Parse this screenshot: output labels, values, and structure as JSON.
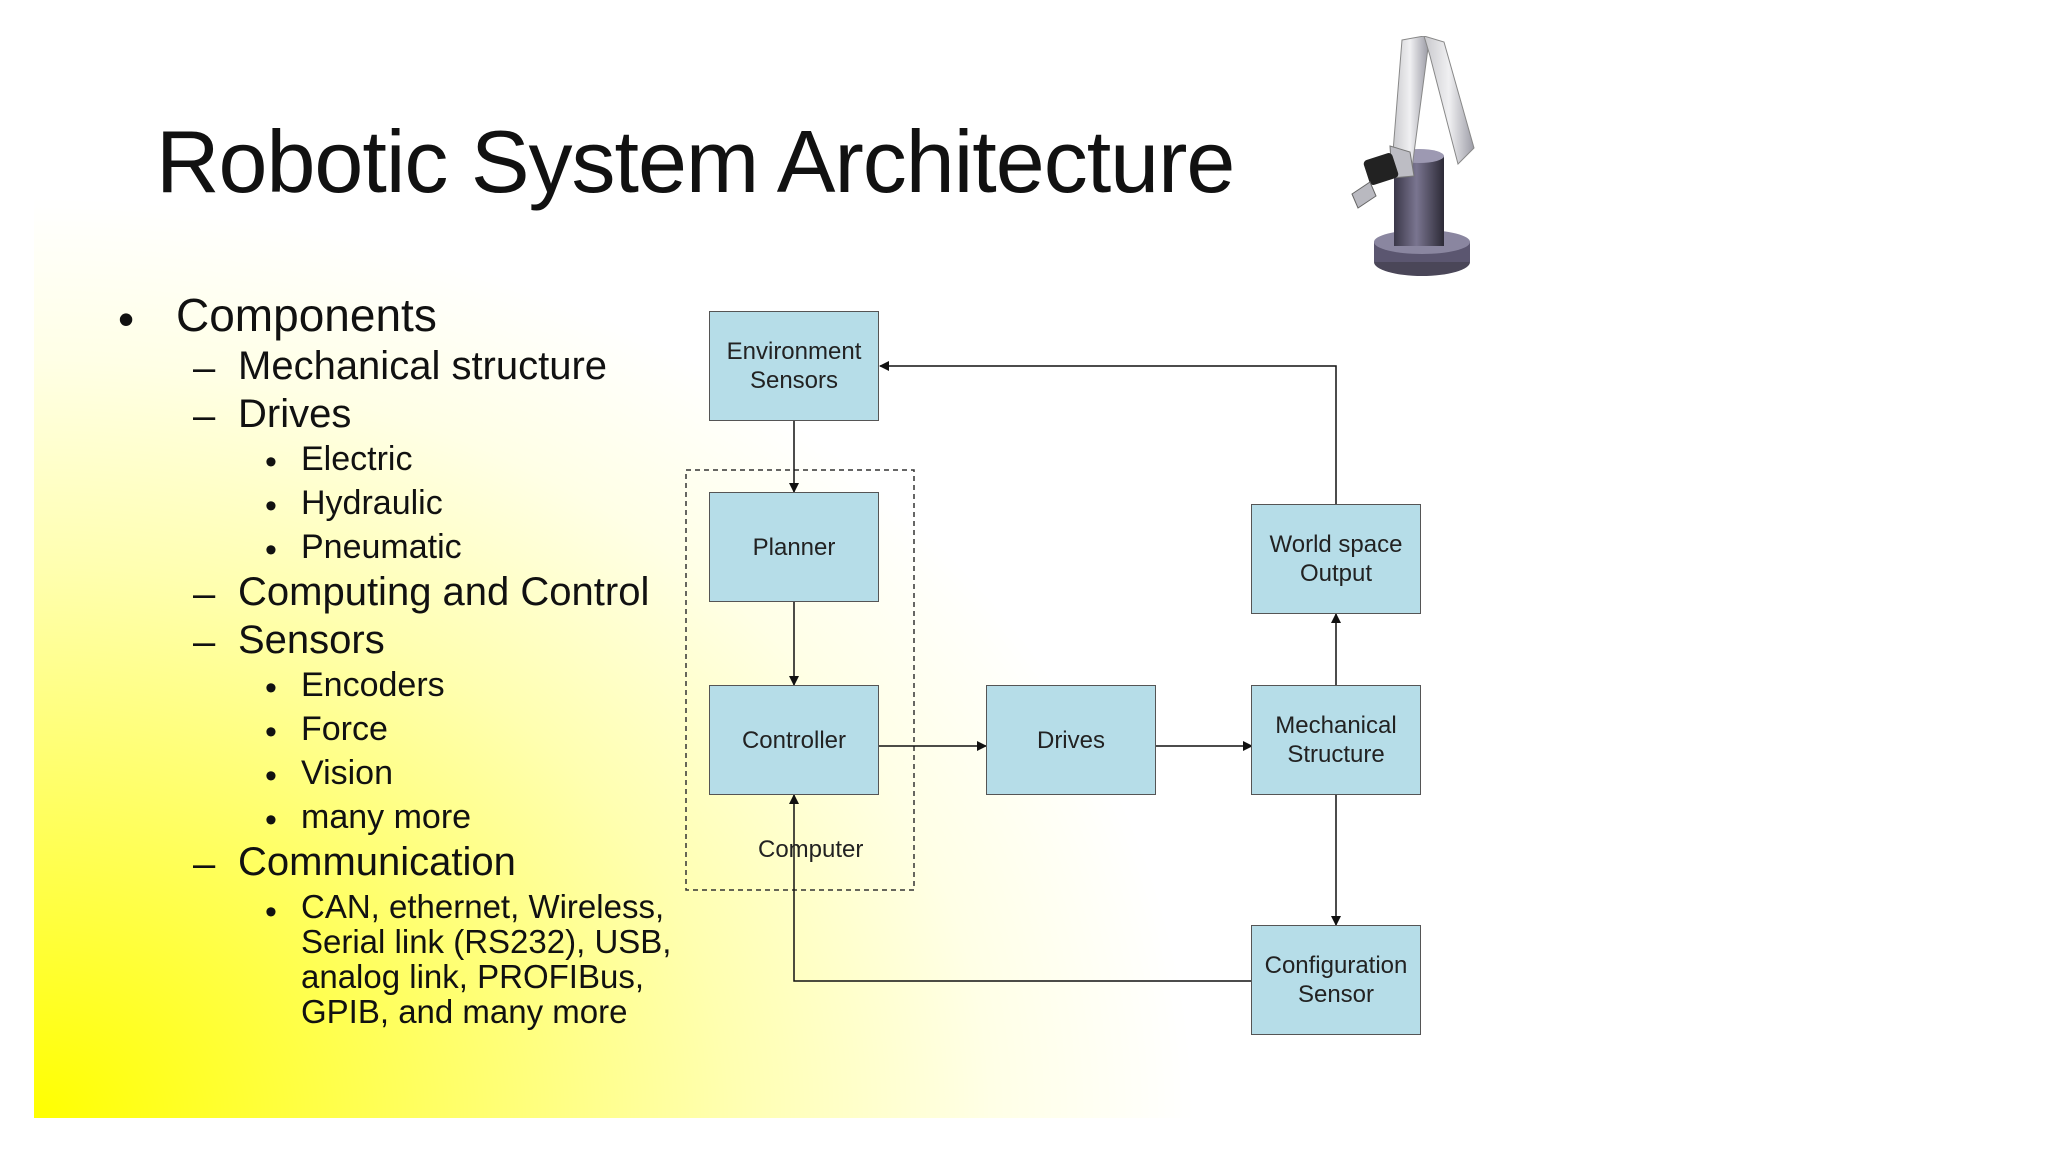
{
  "title": "Robotic System Architecture",
  "bullets": {
    "components": "Components",
    "mechanical_structure": "Mechanical structure",
    "drives": "Drives",
    "electric": "Electric",
    "hydraulic": "Hydraulic",
    "pneumatic": "Pneumatic",
    "computing_and_control": "Computing and Control",
    "sensors": "Sensors",
    "encoders": "Encoders",
    "force": "Force",
    "vision": "Vision",
    "many_more": "many more",
    "communication": "Communication",
    "comm_line1": "CAN, ethernet, Wireless,",
    "comm_line2": "Serial link (RS232), USB,",
    "comm_line3": "analog link, PROFIBus,",
    "comm_line4": "GPIB, and many more"
  },
  "markers": {
    "bullet": "•",
    "dash": "–"
  },
  "diagram": {
    "environment_sensors": [
      "Environment",
      "Sensors"
    ],
    "planner": "Planner",
    "controller": "Controller",
    "drives": "Drives",
    "mechanical_structure": [
      "Mechanical",
      "Structure"
    ],
    "world_space_output": [
      "World space",
      "Output"
    ],
    "configuration_sensor": [
      "Configuration",
      "Sensor"
    ],
    "computer_label": "Computer",
    "box_fill": "#b6dde8"
  },
  "images": {
    "robot": "industrial-robot-arm"
  }
}
